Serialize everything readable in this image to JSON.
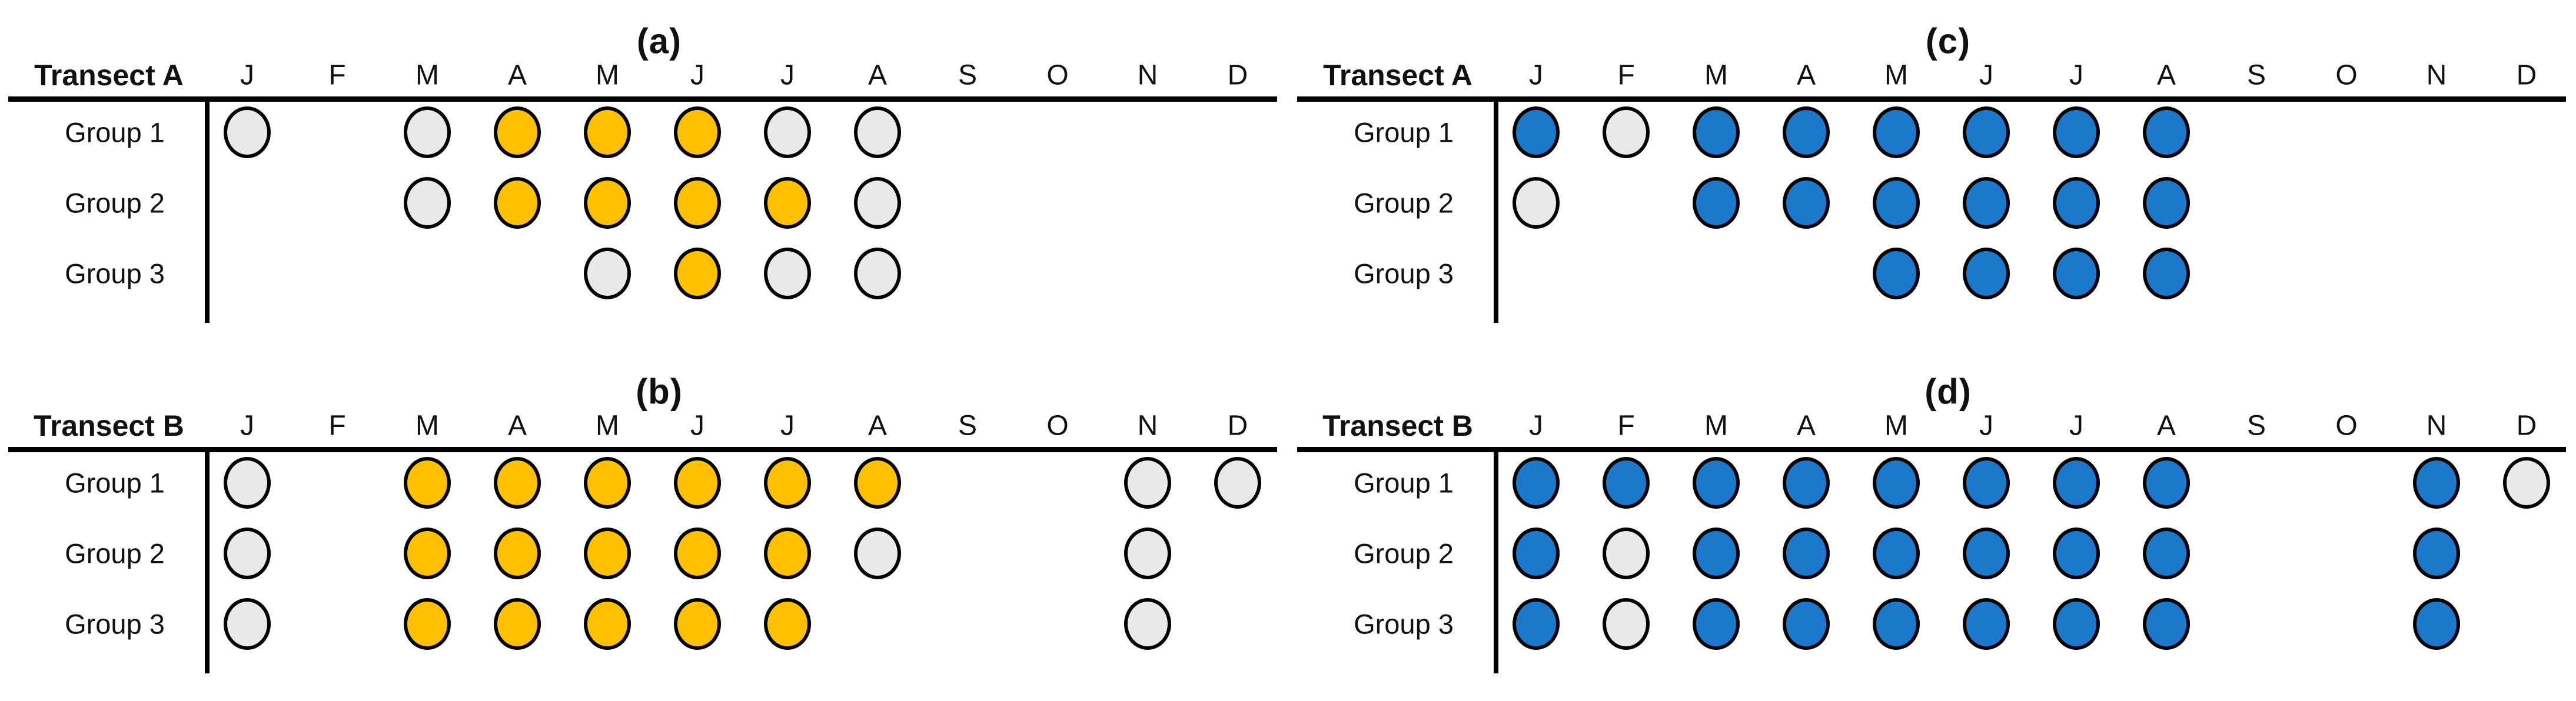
{
  "figure": {
    "background": "#ffffff",
    "outline_color": "#000000",
    "open_dot_color": "#E9E9E9",
    "months_row": [
      "J",
      "F",
      "M",
      "A",
      "M",
      "J",
      "J",
      "A",
      "S",
      "O",
      "N",
      "D"
    ]
  },
  "chart_data": [
    {
      "type": "heatmap",
      "title": "(a)",
      "transect": "Transect A",
      "accent_color": "#FFC000",
      "open_color": "#E9E9E9",
      "categories": [
        "J",
        "F",
        "M",
        "A",
        "M",
        "J",
        "J",
        "A",
        "S",
        "O",
        "N",
        "D"
      ],
      "cell_states": {
        "1": "filled colored dot",
        "0": "open grey dot",
        "null": "no dot"
      },
      "series": [
        {
          "name": "Group 1",
          "values": [
            0,
            null,
            0,
            1,
            1,
            1,
            0,
            0,
            null,
            null,
            null,
            null
          ]
        },
        {
          "name": "Group 2",
          "values": [
            null,
            null,
            0,
            1,
            1,
            1,
            1,
            0,
            null,
            null,
            null,
            null
          ]
        },
        {
          "name": "Group 3",
          "values": [
            null,
            null,
            null,
            null,
            0,
            1,
            0,
            0,
            null,
            null,
            null,
            null
          ]
        }
      ]
    },
    {
      "type": "heatmap",
      "title": "(b)",
      "transect": "Transect B",
      "accent_color": "#FFC000",
      "open_color": "#E9E9E9",
      "categories": [
        "J",
        "F",
        "M",
        "A",
        "M",
        "J",
        "J",
        "A",
        "S",
        "O",
        "N",
        "D"
      ],
      "cell_states": {
        "1": "filled colored dot",
        "0": "open grey dot",
        "null": "no dot"
      },
      "series": [
        {
          "name": "Group 1",
          "values": [
            0,
            null,
            1,
            1,
            1,
            1,
            1,
            1,
            null,
            null,
            0,
            0
          ]
        },
        {
          "name": "Group 2",
          "values": [
            0,
            null,
            1,
            1,
            1,
            1,
            1,
            0,
            null,
            null,
            0,
            null
          ]
        },
        {
          "name": "Group 3",
          "values": [
            0,
            null,
            1,
            1,
            1,
            1,
            1,
            null,
            null,
            null,
            0,
            null
          ]
        }
      ]
    },
    {
      "type": "heatmap",
      "title": "(c)",
      "transect": "Transect A",
      "accent_color": "#1B78CB",
      "open_color": "#E9E9E9",
      "categories": [
        "J",
        "F",
        "M",
        "A",
        "M",
        "J",
        "J",
        "A",
        "S",
        "O",
        "N",
        "D"
      ],
      "cell_states": {
        "1": "filled colored dot",
        "0": "open grey dot",
        "null": "no dot"
      },
      "series": [
        {
          "name": "Group 1",
          "values": [
            1,
            0,
            1,
            1,
            1,
            1,
            1,
            1,
            null,
            null,
            null,
            null
          ]
        },
        {
          "name": "Group 2",
          "values": [
            0,
            null,
            1,
            1,
            1,
            1,
            1,
            1,
            null,
            null,
            null,
            null
          ]
        },
        {
          "name": "Group 3",
          "values": [
            null,
            null,
            null,
            null,
            1,
            1,
            1,
            1,
            null,
            null,
            null,
            null
          ]
        }
      ]
    },
    {
      "type": "heatmap",
      "title": "(d)",
      "transect": "Transect B",
      "accent_color": "#1B78CB",
      "open_color": "#E9E9E9",
      "categories": [
        "J",
        "F",
        "M",
        "A",
        "M",
        "J",
        "J",
        "A",
        "S",
        "O",
        "N",
        "D"
      ],
      "cell_states": {
        "1": "filled colored dot",
        "0": "open grey dot",
        "null": "no dot"
      },
      "series": [
        {
          "name": "Group 1",
          "values": [
            1,
            1,
            1,
            1,
            1,
            1,
            1,
            1,
            null,
            null,
            1,
            0
          ]
        },
        {
          "name": "Group 2",
          "values": [
            1,
            0,
            1,
            1,
            1,
            1,
            1,
            1,
            null,
            null,
            1,
            null
          ]
        },
        {
          "name": "Group 3",
          "values": [
            1,
            0,
            1,
            1,
            1,
            1,
            1,
            1,
            null,
            null,
            1,
            null
          ]
        }
      ]
    }
  ]
}
